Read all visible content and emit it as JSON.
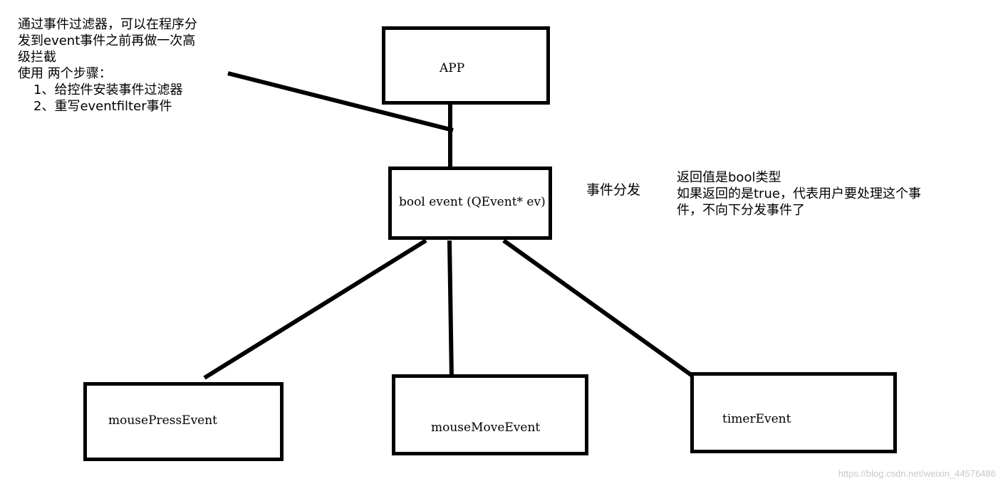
{
  "nodes": {
    "app": "APP",
    "event": "bool event (QEvent* ev)",
    "mouse_press": "mousePressEvent",
    "mouse_move": "mouseMoveEvent",
    "timer": "timerEvent"
  },
  "annotations": {
    "filter_note": [
      "通过事件过滤器，可以在程序分",
      "发到event事件之前再做一次高",
      "级拦截",
      "使用 两个步骤：",
      "1、给控件安装事件过滤器",
      "2、重写eventfilter事件"
    ],
    "dispatch_label": "事件分发",
    "return_note": [
      "返回值是bool类型",
      "如果返回的是true，代表用户要处理这个事",
      "件，不向下分发事件了"
    ]
  },
  "watermark": "https://blog.csdn.net/weixin_44576486",
  "colors": {
    "stroke": "#000000",
    "background": "#ffffff",
    "watermark": "#c8c8c8"
  }
}
